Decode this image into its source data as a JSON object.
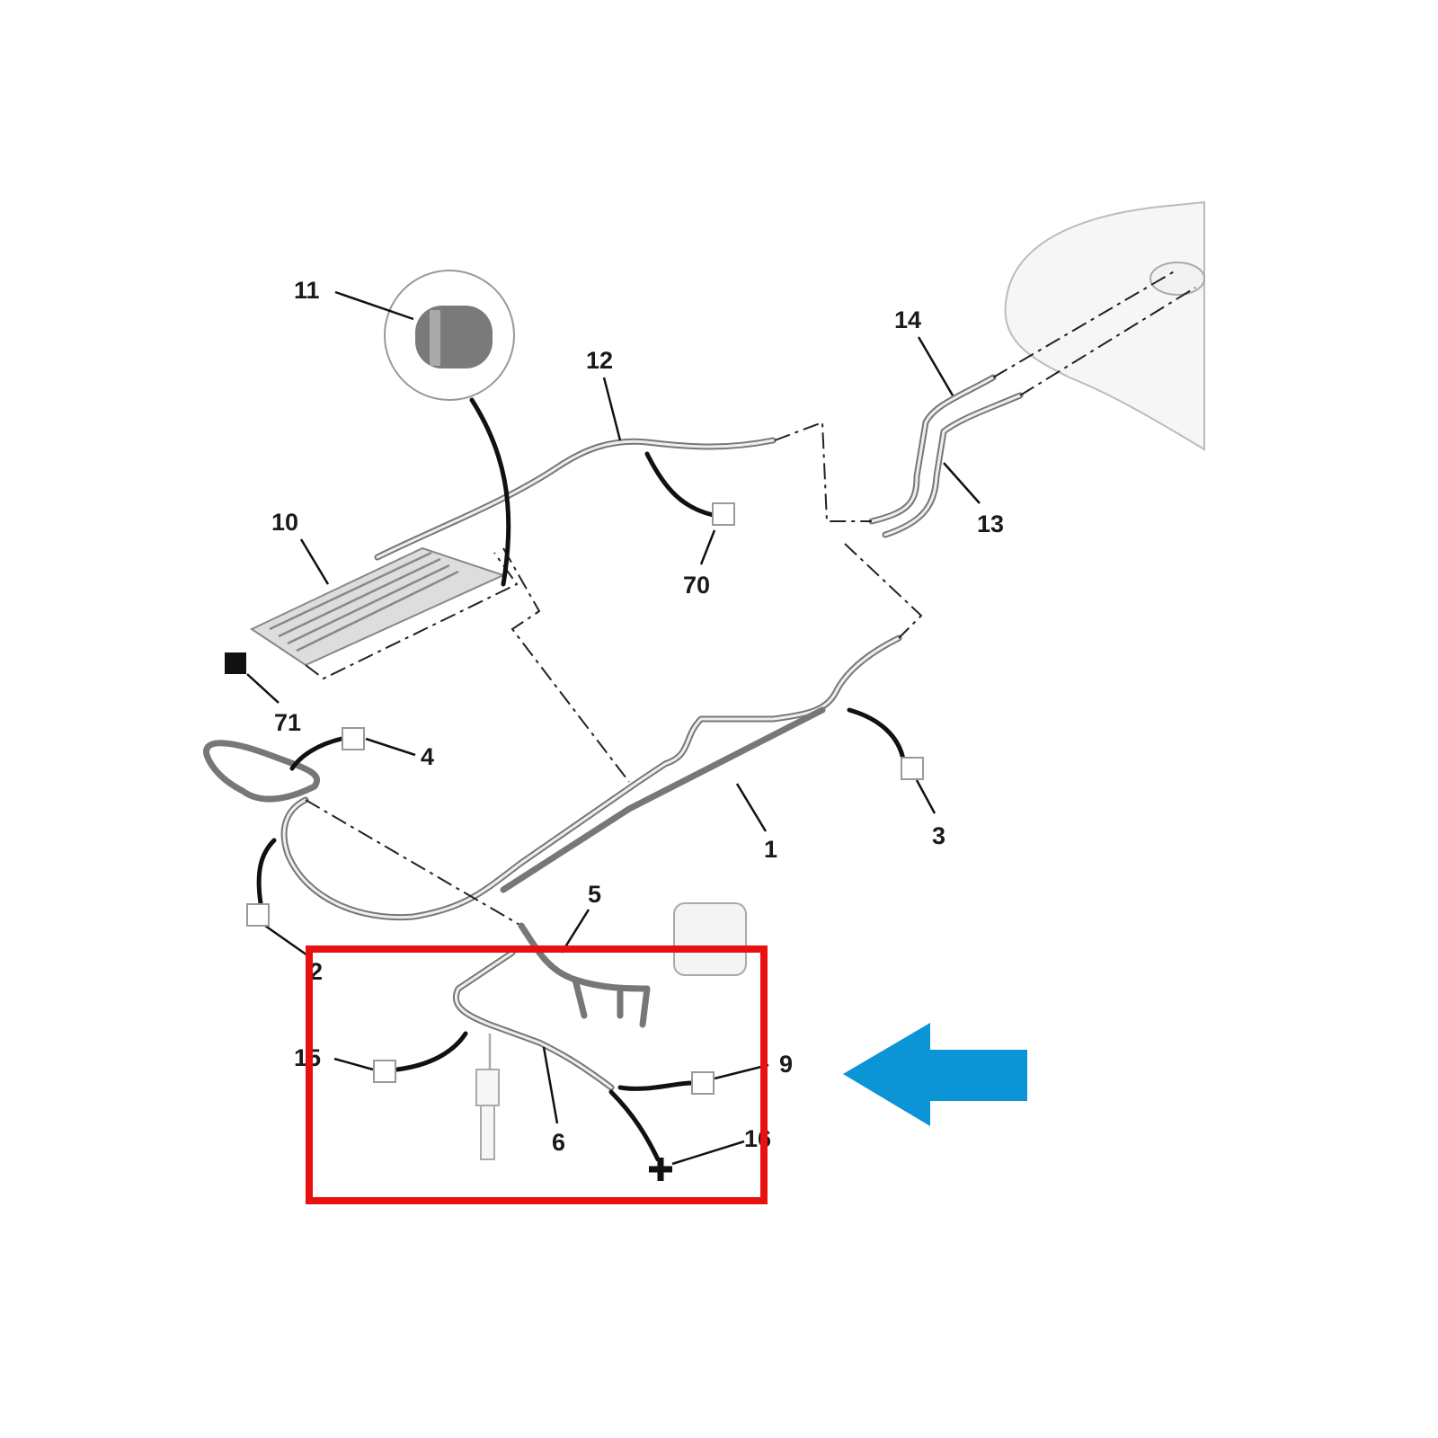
{
  "diagram": {
    "callouts": [
      "11",
      "12",
      "14",
      "10",
      "70",
      "13",
      "71",
      "4",
      "3",
      "1",
      "5",
      "2",
      "15",
      "9",
      "6",
      "16"
    ],
    "colors": {
      "highlight_box": "#e81010",
      "arrow": "#0b95d6",
      "lines": "#111111"
    },
    "highlight": {
      "region": "injector-return-harness",
      "items": [
        "15",
        "9",
        "6",
        "16"
      ]
    },
    "arrow": {
      "direction": "left",
      "icon": "arrow-left-icon"
    }
  }
}
